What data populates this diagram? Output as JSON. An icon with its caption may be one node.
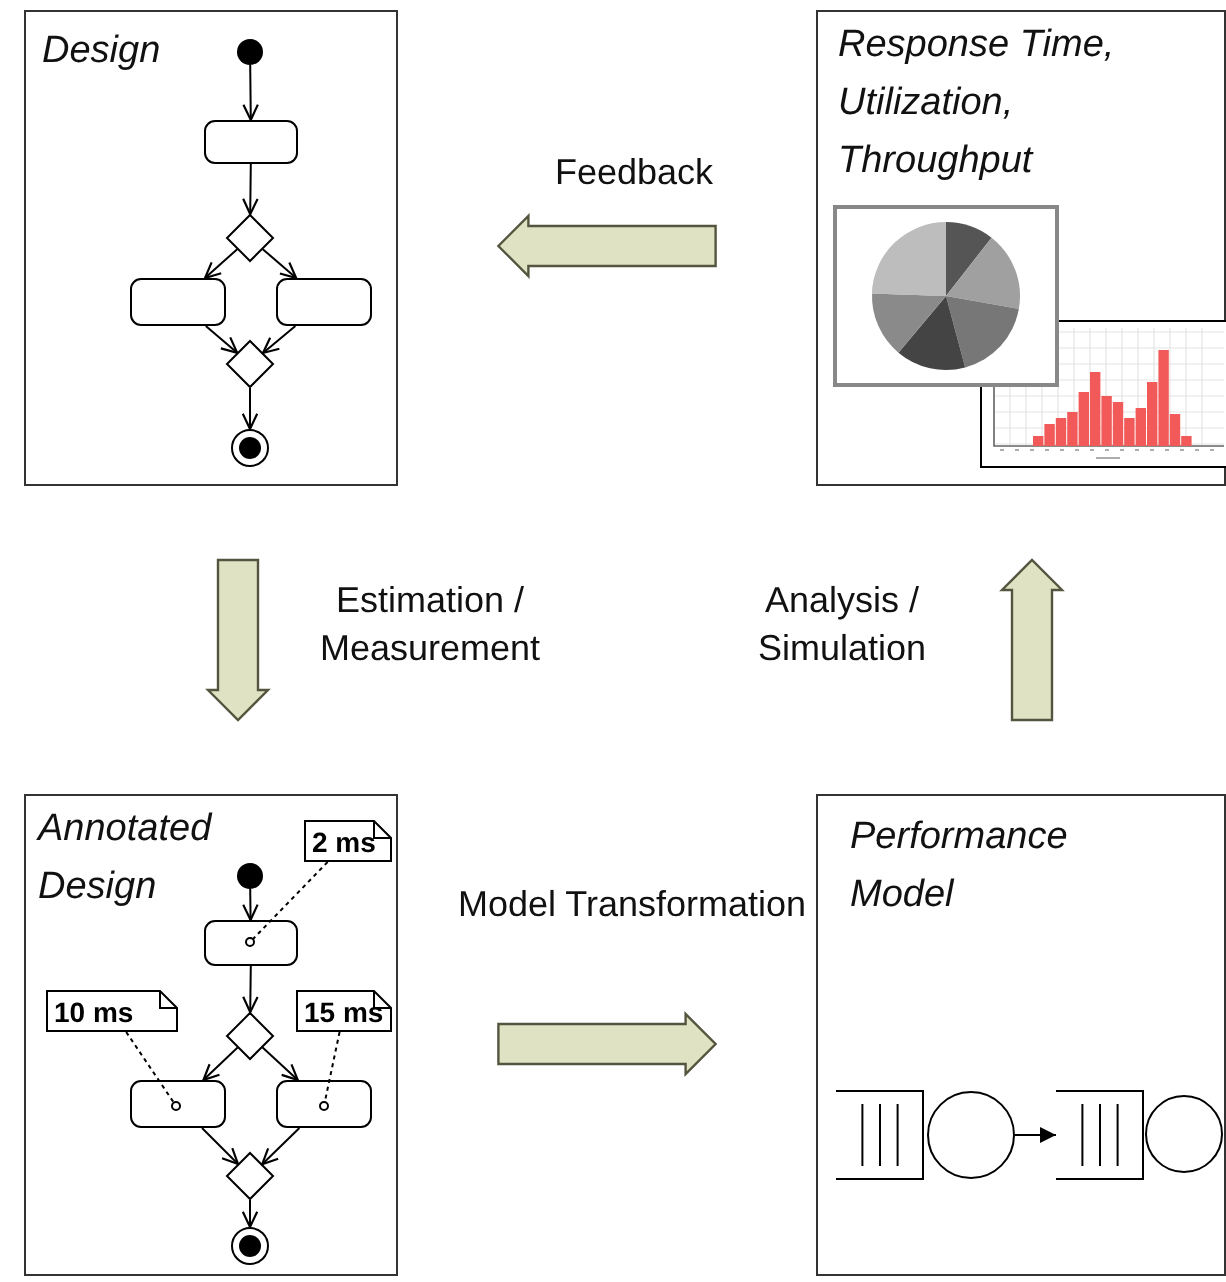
{
  "diagram": {
    "nodes": [
      {
        "text": [
          "Design"
        ]
      },
      {
        "text": [],
        "shape": "circle",
        "in": 0
      },
      {
        "text": [],
        "shape": "box",
        "in": 0
      },
      {
        "text": [],
        "shape": "diamond",
        "in": 0
      },
      {
        "text": [],
        "shape": "box",
        "in": 0
      },
      {
        "text": [],
        "shape": "box",
        "in": 0
      },
      {
        "text": [],
        "shape": "diamond",
        "in": 0
      },
      {
        "text": [],
        "shape": "circle",
        "in": 0
      },
      {
        "text": [
          "Response Time, Utilization, Throughput"
        ]
      },
      {
        "text": [
          "Annotated Design"
        ]
      },
      {
        "text": [
          "2 ms"
        ],
        "in": 9
      },
      {
        "text": [],
        "shape": "circle",
        "in": 9
      },
      {
        "text": [],
        "shape": "box",
        "in": 9
      },
      {
        "text": [
          "10 ms"
        ],
        "in": 9
      },
      {
        "text": [
          "15 ms"
        ],
        "in": 9
      },
      {
        "text": [],
        "shape": "diamond",
        "in": 9
      },
      {
        "text": [],
        "shape": "box",
        "in": 9
      },
      {
        "text": [],
        "shape": "box",
        "in": 9
      },
      {
        "text": [],
        "shape": "diamond",
        "in": 9
      },
      {
        "text": [],
        "shape": "circle",
        "in": 9
      },
      {
        "text": [
          "Performance Model"
        ]
      },
      {
        "text": [],
        "shape": "box",
        "in": 20
      },
      {
        "text": [],
        "shape": "circle",
        "in": 20
      },
      {
        "text": [],
        "shape": "box",
        "in": 20
      },
      {
        "text": [],
        "shape": "circle",
        "in": 20
      }
    ],
    "edges": [
      {
        "from": 1,
        "to": 2,
        "arrow": "to"
      },
      {
        "from": 2,
        "to": 3,
        "arrow": "to"
      },
      {
        "from": 3,
        "to": 4,
        "arrow": "to"
      },
      {
        "from": 3,
        "to": 5,
        "arrow": "to"
      },
      {
        "from": 4,
        "to": 6,
        "arrow": "to"
      },
      {
        "from": 5,
        "to": 6,
        "arrow": "to"
      },
      {
        "from": 6,
        "to": 7,
        "arrow": "to"
      },
      {
        "from": 8,
        "to": 0,
        "arrow": "to",
        "label": "Feedback",
        "style": "thick",
        "color": "#dfe3c4"
      },
      {
        "from": 0,
        "to": 9,
        "arrow": "to",
        "label": "Estimation / Measurement",
        "style": "thick",
        "color": "#dfe3c4"
      },
      {
        "from": 9,
        "to": 20,
        "arrow": "to",
        "label": "Model Transformation",
        "style": "thick",
        "color": "#dfe3c4"
      },
      {
        "from": 20,
        "to": 8,
        "arrow": "to",
        "label": "Analysis / Simulation",
        "style": "thick",
        "color": "#dfe3c4"
      },
      {
        "from": 11,
        "to": 12,
        "arrow": "to"
      },
      {
        "from": 12,
        "to": 15,
        "arrow": "to"
      },
      {
        "from": 15,
        "to": 16,
        "arrow": "to"
      },
      {
        "from": 15,
        "to": 17,
        "arrow": "to"
      },
      {
        "from": 16,
        "to": 18,
        "arrow": "to"
      },
      {
        "from": 17,
        "to": 18,
        "arrow": "to"
      },
      {
        "from": 18,
        "to": 19,
        "arrow": "to"
      },
      {
        "from": 10,
        "to": 12,
        "arrow": "none",
        "style": "dashed"
      },
      {
        "from": 13,
        "to": 16,
        "arrow": "none",
        "style": "dashed"
      },
      {
        "from": 14,
        "to": 17,
        "arrow": "none",
        "style": "dashed"
      },
      {
        "from": 22,
        "to": 23,
        "arrow": "to"
      }
    ]
  }
}
